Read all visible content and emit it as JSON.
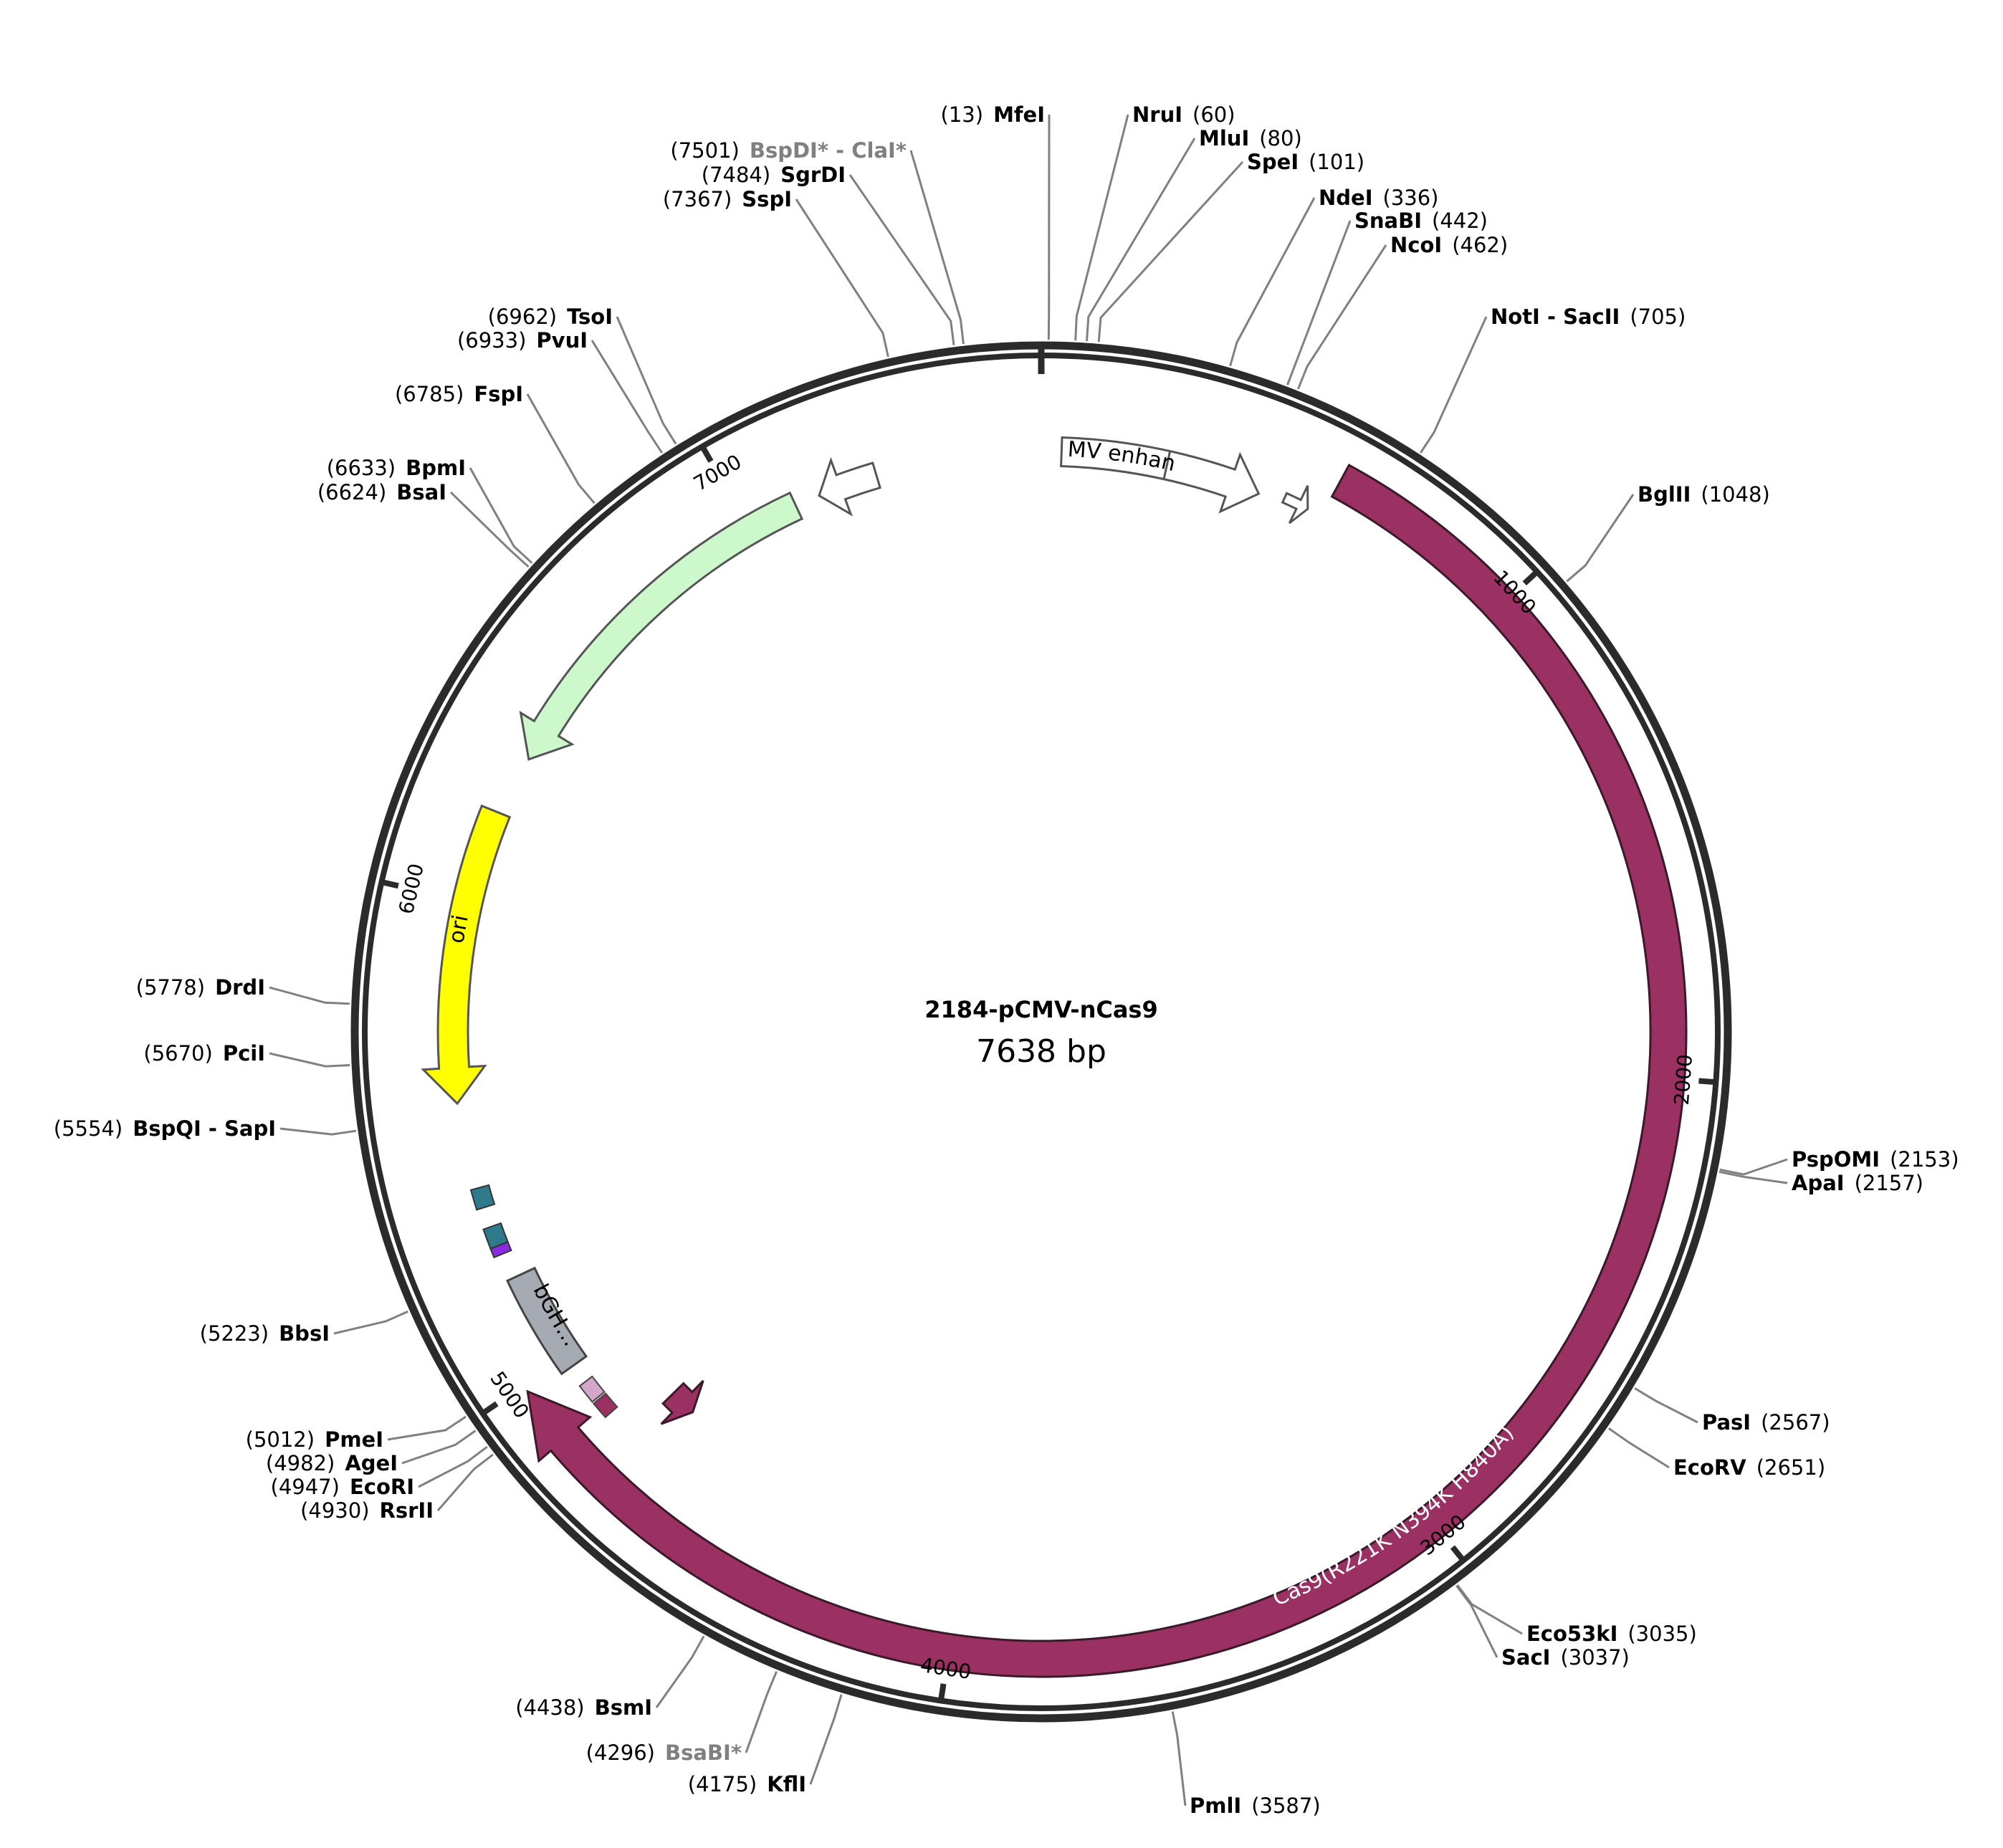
{
  "plasmid": {
    "name": "2184-pCMV-nCas9",
    "size_label": "7638 bp",
    "length": 7638
  },
  "colors": {
    "backbone": "#2b2b2b",
    "cas9": "#9b3063",
    "cmv_enhancer": "#ffffff",
    "ampr": "#ccf8cc",
    "ori": "#ffff00",
    "bgh": "#a6abb3",
    "site_line": "#808080",
    "gray_site": "#808080"
  },
  "ticks": [
    {
      "pos": 1000,
      "label": "1000"
    },
    {
      "pos": 2000,
      "label": "2000"
    },
    {
      "pos": 3000,
      "label": "3000"
    },
    {
      "pos": 4000,
      "label": "4000"
    },
    {
      "pos": 5000,
      "label": "5000"
    },
    {
      "pos": 6000,
      "label": "6000"
    },
    {
      "pos": 7000,
      "label": "7000"
    }
  ],
  "sites": [
    {
      "id": "MfeI",
      "pos": 13,
      "name": "MfeI",
      "num": "(13)"
    },
    {
      "id": "NruI",
      "pos": 60,
      "name": "NruI",
      "num": "(60)"
    },
    {
      "id": "MluI",
      "pos": 80,
      "name": "MluI",
      "num": "(80)"
    },
    {
      "id": "SpeI",
      "pos": 101,
      "name": "SpeI",
      "num": "(101)"
    },
    {
      "id": "NdeI",
      "pos": 336,
      "name": "NdeI",
      "num": "(336)"
    },
    {
      "id": "SnaBI",
      "pos": 442,
      "name": "SnaBI",
      "num": "(442)"
    },
    {
      "id": "NcoI",
      "pos": 462,
      "name": "NcoI",
      "num": "(462)"
    },
    {
      "id": "NotI-SacII",
      "pos": 705,
      "name": "NotI - SacII",
      "num": "(705)"
    },
    {
      "id": "BglII",
      "pos": 1048,
      "name": "BglII",
      "num": "(1048)"
    },
    {
      "id": "PspOMI",
      "pos": 2153,
      "name": "PspOMI",
      "num": "(2153)"
    },
    {
      "id": "ApaI",
      "pos": 2157,
      "name": "ApaI",
      "num": "(2157)"
    },
    {
      "id": "PasI",
      "pos": 2567,
      "name": "PasI",
      "num": "(2567)"
    },
    {
      "id": "EcoRV",
      "pos": 2651,
      "name": "EcoRV",
      "num": "(2651)"
    },
    {
      "id": "Eco53kI",
      "pos": 3035,
      "name": "Eco53kI",
      "num": "(3035)"
    },
    {
      "id": "SacI",
      "pos": 3037,
      "name": "SacI",
      "num": "(3037)"
    },
    {
      "id": "PmlI",
      "pos": 3587,
      "name": "PmlI",
      "num": "(3587)"
    },
    {
      "id": "KflI",
      "pos": 4175,
      "name": "KflI",
      "num": "(4175)"
    },
    {
      "id": "BsaBI",
      "pos": 4296,
      "name": "BsaBI*",
      "num": "(4296)",
      "gray": true
    },
    {
      "id": "BsmI",
      "pos": 4438,
      "name": "BsmI",
      "num": "(4438)"
    },
    {
      "id": "RsrII",
      "pos": 4930,
      "name": "RsrII",
      "num": "(4930)"
    },
    {
      "id": "EcoRI",
      "pos": 4947,
      "name": "EcoRI",
      "num": "(4947)"
    },
    {
      "id": "AgeI",
      "pos": 4982,
      "name": "AgeI",
      "num": "(4982)"
    },
    {
      "id": "PmeI",
      "pos": 5012,
      "name": "PmeI",
      "num": "(5012)"
    },
    {
      "id": "BbsI",
      "pos": 5223,
      "name": "BbsI",
      "num": "(5223)"
    },
    {
      "id": "BspQI-SapI",
      "pos": 5554,
      "name": "BspQI - SapI",
      "num": "(5554)"
    },
    {
      "id": "PciI",
      "pos": 5670,
      "name": "PciI",
      "num": "(5670)"
    },
    {
      "id": "DrdI",
      "pos": 5778,
      "name": "DrdI",
      "num": "(5778)"
    },
    {
      "id": "BsaI",
      "pos": 6624,
      "name": "BsaI",
      "num": "(6624)"
    },
    {
      "id": "BpmI",
      "pos": 6633,
      "name": "BpmI",
      "num": "(6633)"
    },
    {
      "id": "FspI",
      "pos": 6785,
      "name": "FspI",
      "num": "(6785)"
    },
    {
      "id": "PvuI",
      "pos": 6933,
      "name": "PvuI",
      "num": "(6933)"
    },
    {
      "id": "TsoI",
      "pos": 6962,
      "name": "TsoI",
      "num": "(6962)"
    },
    {
      "id": "SspI",
      "pos": 7367,
      "name": "SspI",
      "num": "(7367)"
    },
    {
      "id": "SgrDI",
      "pos": 7484,
      "name": "SgrDI",
      "num": "(7484)"
    },
    {
      "id": "BspDI-ClaI",
      "pos": 7501,
      "name": "BspDI* - ClaI*",
      "num": "(7501)",
      "gray": true
    }
  ],
  "features": {
    "cmv_enhancer": {
      "label": "CMV enhan…"
    },
    "cas9": {
      "label": "Cas9(R221K N394K H840A)"
    },
    "ori": {
      "label": "ori"
    },
    "bgh": {
      "label": "bGH…"
    },
    "ampr": {
      "label": ""
    }
  }
}
